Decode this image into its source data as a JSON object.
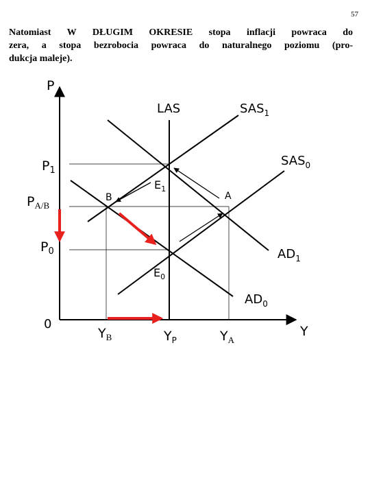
{
  "page": {
    "number": "57",
    "intro_lines": [
      "Natomiast W DŁUGIM OKRESIE stopa inflacji powraca do",
      "zera, a stopa bezrobocia powraca do naturalnego poziomu (pro-",
      "dukcja maleje)."
    ]
  },
  "diagram": {
    "axes": {
      "y": "P",
      "x": "Y",
      "origin": "0"
    },
    "curves": {
      "las": "LAS",
      "sas1_base": "SAS",
      "sas1_sub": "1",
      "sas0_base": "SAS",
      "sas0_sub": "0",
      "ad1_base": "AD",
      "ad1_sub": "1",
      "ad0_base": "AD",
      "ad0_sub": "0"
    },
    "points": {
      "a": "A",
      "b": "B",
      "e1_base": "E",
      "e1_sub": "1",
      "e0_base": "E",
      "e0_sub": "0"
    },
    "price_levels": {
      "p1_base": "P",
      "p1_sub": "1",
      "pab_base": "P",
      "pab_sub": "A/B",
      "p0_base": "P",
      "p0_sub": "0"
    },
    "output_levels": {
      "yb_base": "Y",
      "yb_sub": "B",
      "yp_base": "Y",
      "yp_sub": "P",
      "ya_base": "Y",
      "ya_sub": "A"
    },
    "colors": {
      "ink": "#000000",
      "highlight_arrow": "#e8211e",
      "guide": "#000000"
    }
  }
}
